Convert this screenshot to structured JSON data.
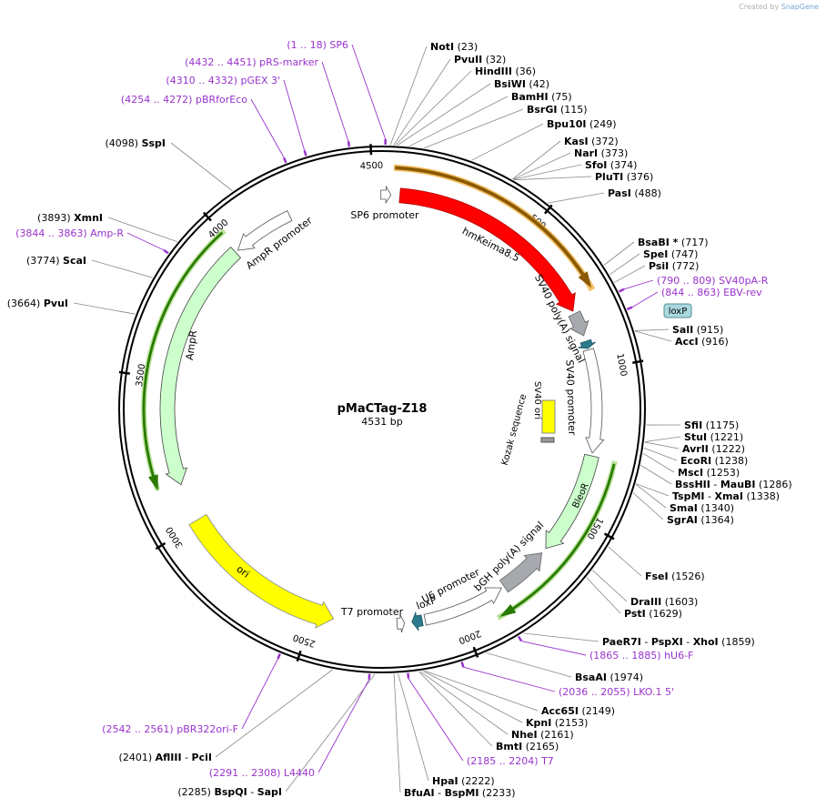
{
  "credit": {
    "prefix": "Created by",
    "brand": "SnapGene"
  },
  "plasmid": {
    "name": "pMaCTag-Z18",
    "length_label": "4531 bp",
    "length": 4531
  },
  "ticks": [
    "500",
    "1000",
    "1500",
    "2000",
    "2500",
    "3000",
    "3500",
    "4000",
    "4500"
  ],
  "enzymes": [
    {
      "name": "NotI",
      "pos": "(23)"
    },
    {
      "name": "PvuII",
      "pos": "(32)"
    },
    {
      "name": "HindIII",
      "pos": "(36)"
    },
    {
      "name": "BsiWI",
      "pos": "(42)"
    },
    {
      "name": "BamHI",
      "pos": "(75)"
    },
    {
      "name": "BsrGI",
      "pos": "(115)"
    },
    {
      "name": "Bpu10I",
      "pos": "(249)"
    },
    {
      "name": "KasI",
      "pos": "(372)"
    },
    {
      "name": "NarI",
      "pos": "(373)"
    },
    {
      "name": "SfoI",
      "pos": "(374)"
    },
    {
      "name": "PluTI",
      "pos": "(376)"
    },
    {
      "name": "PasI",
      "pos": "(488)"
    },
    {
      "name": "BsaBI *",
      "pos": "(717)"
    },
    {
      "name": "SpeI",
      "pos": "(747)"
    },
    {
      "name": "PsiI",
      "pos": "(772)"
    },
    {
      "name": "SalI",
      "pos": "(915)"
    },
    {
      "name": "AccI",
      "pos": "(916)"
    },
    {
      "name": "SfiI",
      "pos": "(1175)"
    },
    {
      "name": "StuI",
      "pos": "(1221)"
    },
    {
      "name": "AvrII",
      "pos": "(1222)"
    },
    {
      "name": "EcoRI",
      "pos": "(1238)"
    },
    {
      "name": "MscI",
      "pos": "(1253)"
    },
    {
      "name": "BssHII",
      "name2": "MauBI",
      "pos": "(1286)"
    },
    {
      "name": "TspMI",
      "name2": "XmaI",
      "pos": "(1338)"
    },
    {
      "name": "SmaI",
      "pos": "(1340)"
    },
    {
      "name": "SgrAI",
      "pos": "(1364)"
    },
    {
      "name": "FseI",
      "pos": "(1526)"
    },
    {
      "name": "DraIII",
      "pos": "(1603)"
    },
    {
      "name": "PstI",
      "pos": "(1629)"
    },
    {
      "name": "PaeR7I",
      "name2": "PspXI",
      "name3": "XhoI",
      "pos": "(1859)"
    },
    {
      "name": "BsaAI",
      "pos": "(1974)"
    },
    {
      "name": "Acc65I",
      "pos": "(2149)"
    },
    {
      "name": "KpnI",
      "pos": "(2153)"
    },
    {
      "name": "NheI",
      "pos": "(2161)"
    },
    {
      "name": "BmtI",
      "pos": "(2165)"
    },
    {
      "name": "HpaI",
      "pos": "(2222)"
    },
    {
      "name": "BfuAI",
      "name2": "BspMI",
      "pos": "(2233)"
    },
    {
      "name": "BspQI",
      "name2": "SapI",
      "pos": "(2285)"
    },
    {
      "name": "AflIII",
      "name2": "PciI",
      "pos": "(2401)"
    },
    {
      "name": "PvuI",
      "pos": "(3664)"
    },
    {
      "name": "ScaI",
      "pos": "(3774)"
    },
    {
      "name": "XmnI",
      "pos": "(3893)"
    },
    {
      "name": "SspI",
      "pos": "(4098)"
    }
  ],
  "primers": [
    {
      "range": "(1 .. 18)",
      "name": "SP6"
    },
    {
      "range": "(4432 .. 4451)",
      "name": "pRS-marker"
    },
    {
      "range": "(4310 .. 4332)",
      "name": "pGEX 3'"
    },
    {
      "range": "(4254 .. 4272)",
      "name": "pBRforEco"
    },
    {
      "range": "(3844 .. 3863)",
      "name": "Amp-R"
    },
    {
      "range": "(790 .. 809)",
      "name": "SV40pA-R"
    },
    {
      "range": "(844 .. 863)",
      "name": "EBV-rev"
    },
    {
      "range": "(1865 .. 1885)",
      "name": "hU6-F"
    },
    {
      "range": "(2036 .. 2055)",
      "name": "LKO.1 5'"
    },
    {
      "range": "(2185 .. 2204)",
      "name": "T7"
    },
    {
      "range": "(2291 .. 2308)",
      "name": "L4440"
    },
    {
      "range": "(2542 .. 2561)",
      "name": "pBR322ori-F"
    }
  ],
  "features": {
    "sp6_promoter": "SP6 promoter",
    "hmkeima": "hmKeima8.5",
    "sv40_polya_1": "SV40 poly(A) signal",
    "sv40_promoter": "SV40 promoter",
    "sv40_ori": "SV40 ori",
    "kozak": "Kozak sequence",
    "bleor": "BleoR",
    "bgh": "bGH poly(A) signal",
    "u6": "U6 promoter",
    "loxp_inner": "loxP",
    "loxp_box": "loxP",
    "t7_promoter": "T7 promoter",
    "ori": "ori",
    "ampr": "AmpR",
    "ampr_promoter": "AmpR promoter"
  },
  "colors": {
    "enzyme_text": "#000000",
    "primer": "#9933cc",
    "hmkeima": "#ff0000",
    "ori": "#ffff00",
    "ampr": "#ccffcc",
    "polya": "#a6a9ad",
    "lox": "#2b7b8c",
    "highlight": "#f5b041"
  }
}
